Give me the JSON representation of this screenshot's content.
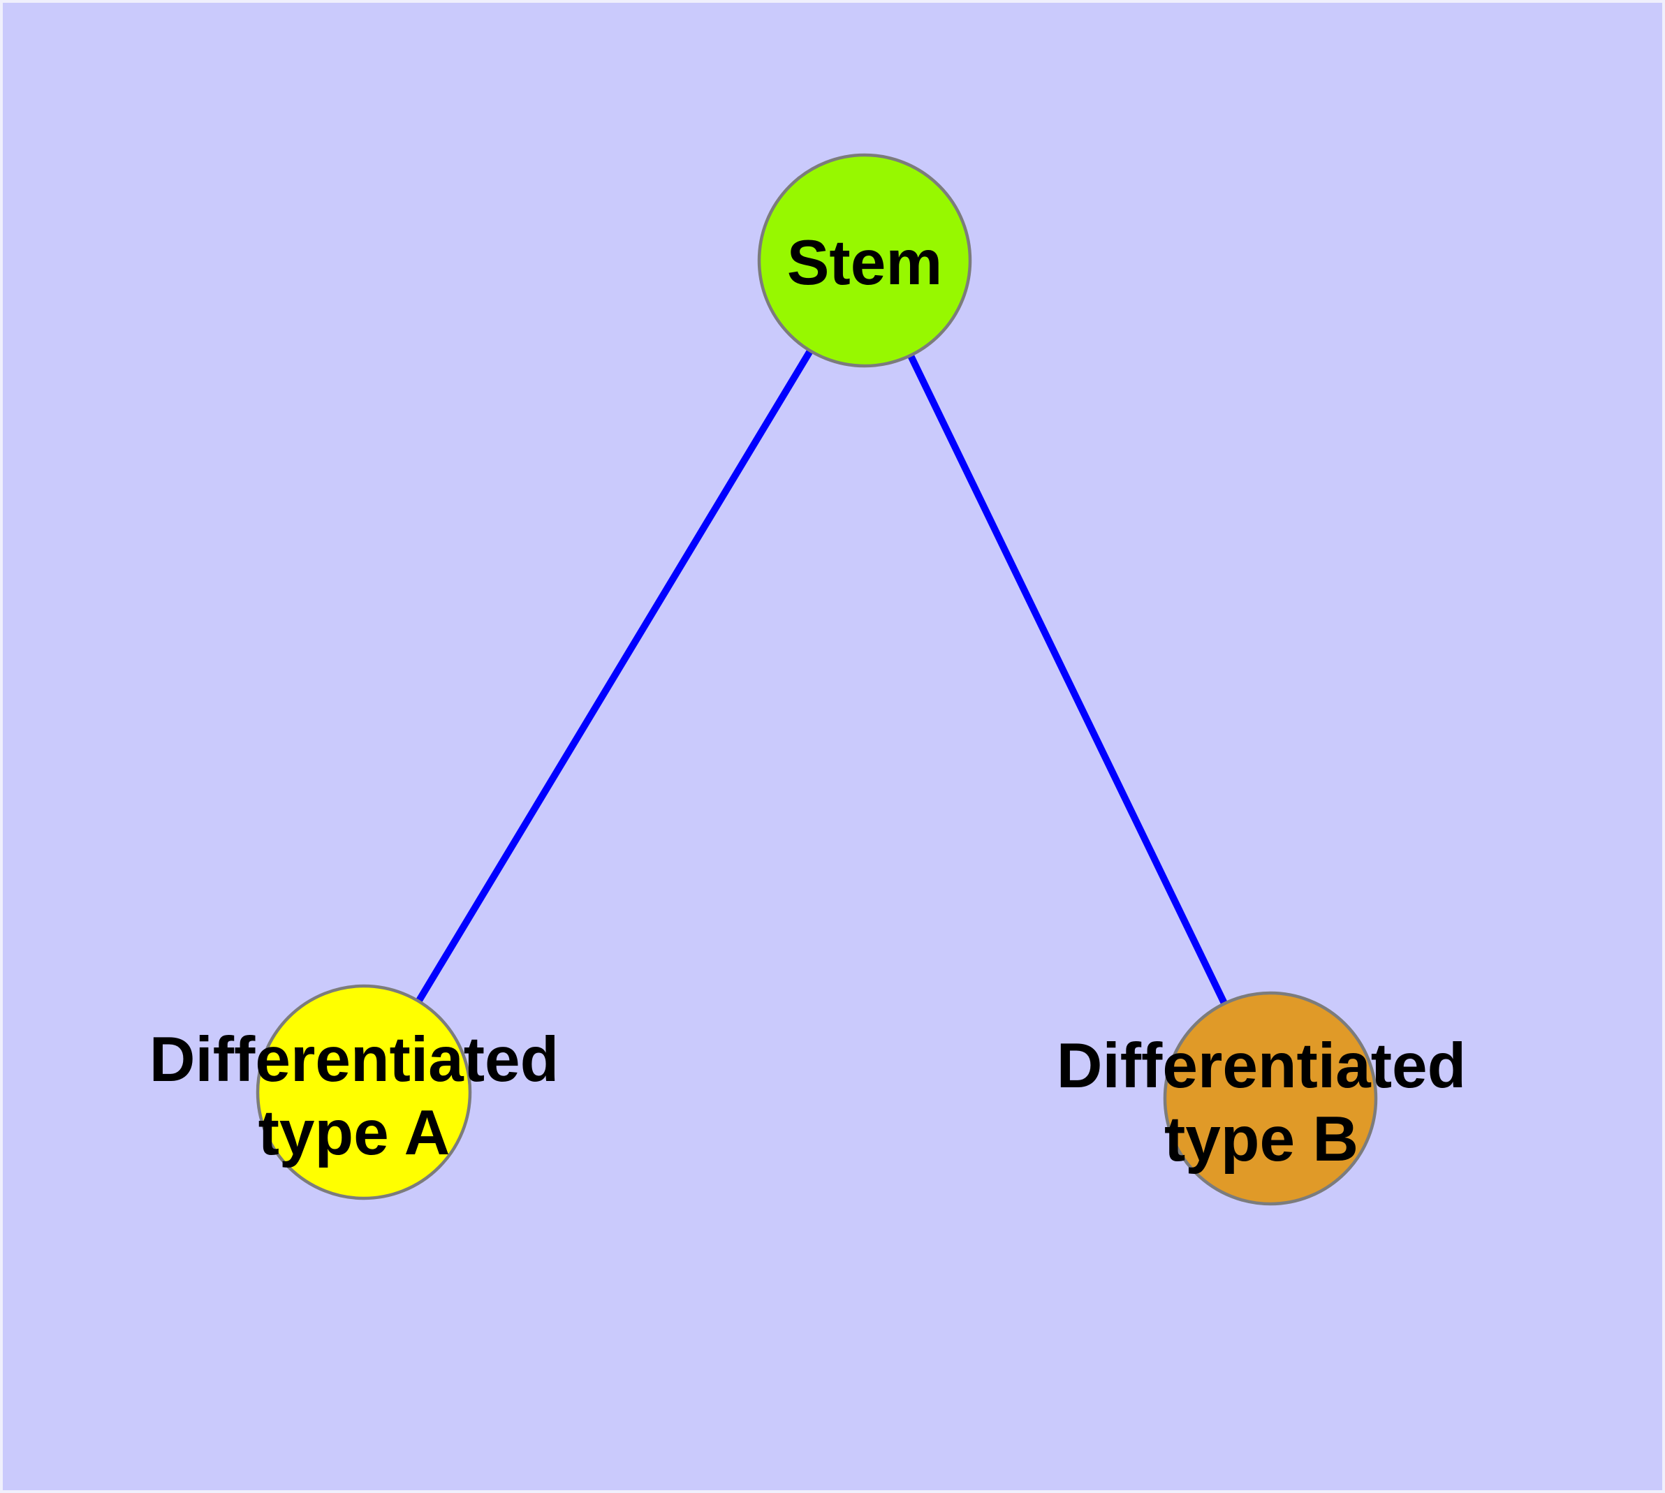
{
  "diagram": {
    "type": "graph",
    "background_color": "#CACAFC",
    "frame_color": "#F0F0FC",
    "edge_color": "#0000FF",
    "node_frame_color": "#7C7C7C",
    "label_color": "#000000",
    "nodes": [
      {
        "id": "stem",
        "label": "Stem",
        "label_lines": [
          "Stem"
        ],
        "fill_color": "#97F800"
      },
      {
        "id": "differentiated-type-a",
        "label": "Differentiated type A",
        "label_lines": [
          "Differentiated",
          "type A"
        ],
        "fill_color": "#FFFF00"
      },
      {
        "id": "differentiated-type-b",
        "label": "Differentiated type B",
        "label_lines": [
          "Differentiated",
          "type B"
        ],
        "fill_color": "#E09A28"
      }
    ],
    "edges": [
      {
        "from": "stem",
        "to": "differentiated-type-a"
      },
      {
        "from": "stem",
        "to": "differentiated-type-b"
      }
    ]
  }
}
